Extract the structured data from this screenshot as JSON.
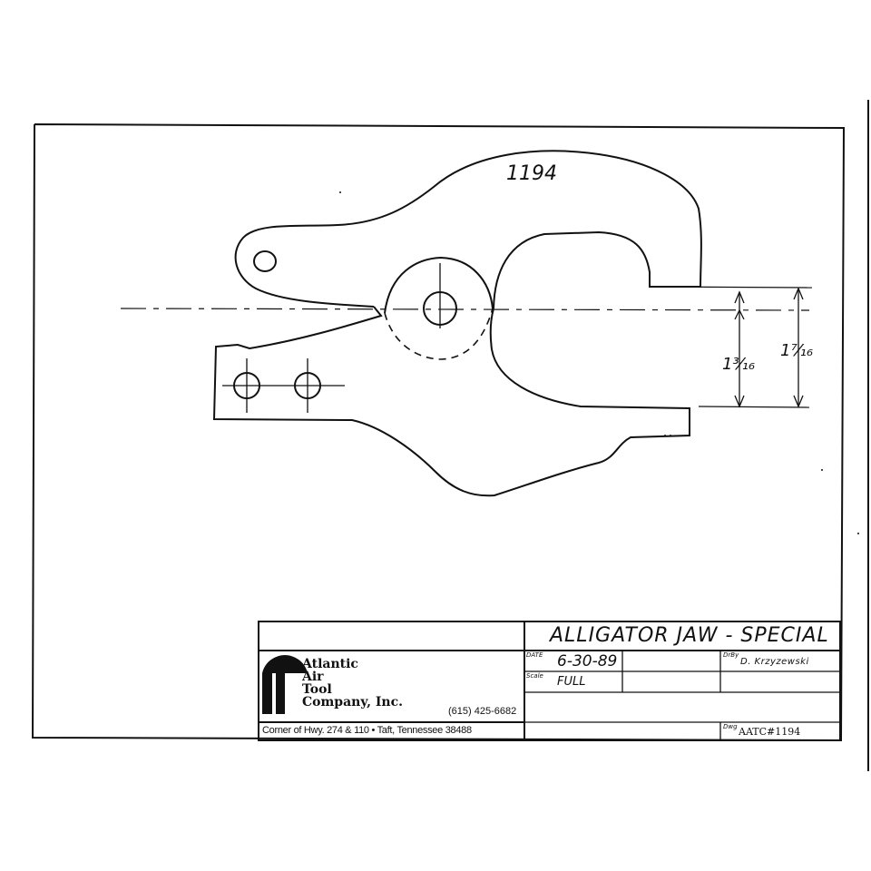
{
  "drawing": {
    "part_number_note": "1194",
    "dim_inner": "1³⁄₁₆",
    "dim_outer": "1⁷⁄₁₆"
  },
  "title_block": {
    "title": "ALLIGATOR JAW - SPECIAL",
    "company_lines": [
      "Atlantic",
      "Air",
      "Tool",
      "Company, Inc."
    ],
    "phone": "(615) 425-6682",
    "address": "Corner of Hwy. 274 & 110  •  Taft, Tennessee 38488",
    "date_label": "DATE",
    "date_value": "6-30-89",
    "scale_label": "Scale",
    "scale_value": "FULL",
    "drawn_by_label": "DrBy",
    "drawn_by_value": "D. Krzyzewski",
    "dwg_label": "Dwg",
    "dwg_value": "AATC#1194"
  }
}
